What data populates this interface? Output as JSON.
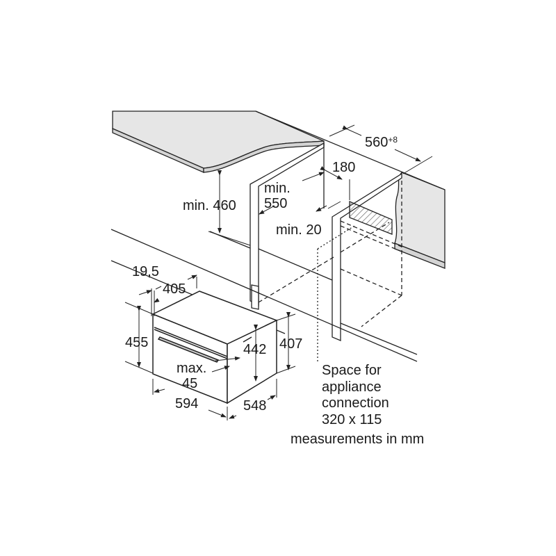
{
  "dimensions": {
    "niche_width": "560",
    "niche_width_tolerance": "+8",
    "depth_cutout": "180",
    "min_height_label": "min. 460",
    "min_depth_prefix": "min.",
    "min_depth_value": "550",
    "min_gap": "min. 20",
    "front_offset": "19,5",
    "door_depth": "405",
    "appliance_height": "455",
    "inner_height": "442",
    "body_height": "407",
    "handle_prefix": "max.",
    "handle_value": "45",
    "appliance_width": "594",
    "appliance_depth": "548"
  },
  "notes": {
    "connection_lines": [
      "Space for",
      "appliance",
      "connection",
      "320 x 115"
    ],
    "units": "measurements in mm"
  },
  "colors": {
    "surface": "#e6e6e6",
    "line": "#222222",
    "hatch": "#555555"
  }
}
